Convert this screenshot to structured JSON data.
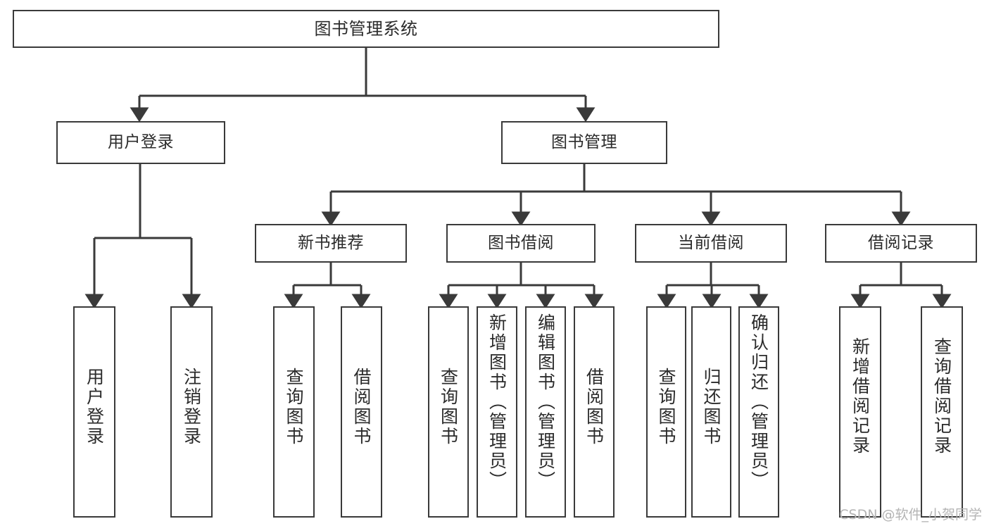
{
  "diagram": {
    "title": "图书管理系统",
    "type": "tree",
    "watermark": "CSDN @软件_小贺同学",
    "colors": {
      "stroke": "#3a3a3a",
      "fill": "#ffffff",
      "text": "#2b2b2b",
      "watermark": "#b4b4b4"
    },
    "nodes": {
      "root": {
        "label": "图书管理系统"
      },
      "level2": [
        {
          "label": "用户登录"
        },
        {
          "label": "图书管理"
        }
      ],
      "level3": [
        {
          "label": "新书推荐"
        },
        {
          "label": "图书借阅"
        },
        {
          "label": "当前借阅"
        },
        {
          "label": "借阅记录"
        }
      ],
      "leaves": {
        "user_login": [
          {
            "label": "用户登录"
          },
          {
            "label": "注销登录"
          }
        ],
        "new_book_recommend": [
          {
            "label": "查询图书"
          },
          {
            "label": "借阅图书"
          }
        ],
        "book_borrow": [
          {
            "label": "查询图书"
          },
          {
            "label": "新增图书（管理员）"
          },
          {
            "label": "编辑图书（管理员）"
          },
          {
            "label": "借阅图书"
          }
        ],
        "current_borrow": [
          {
            "label": "查询图书"
          },
          {
            "label": "归还图书"
          },
          {
            "label": "确认归还（管理员）"
          }
        ],
        "borrow_record": [
          {
            "label": "新增借阅记录"
          },
          {
            "label": "查询借阅记录"
          }
        ]
      }
    }
  }
}
